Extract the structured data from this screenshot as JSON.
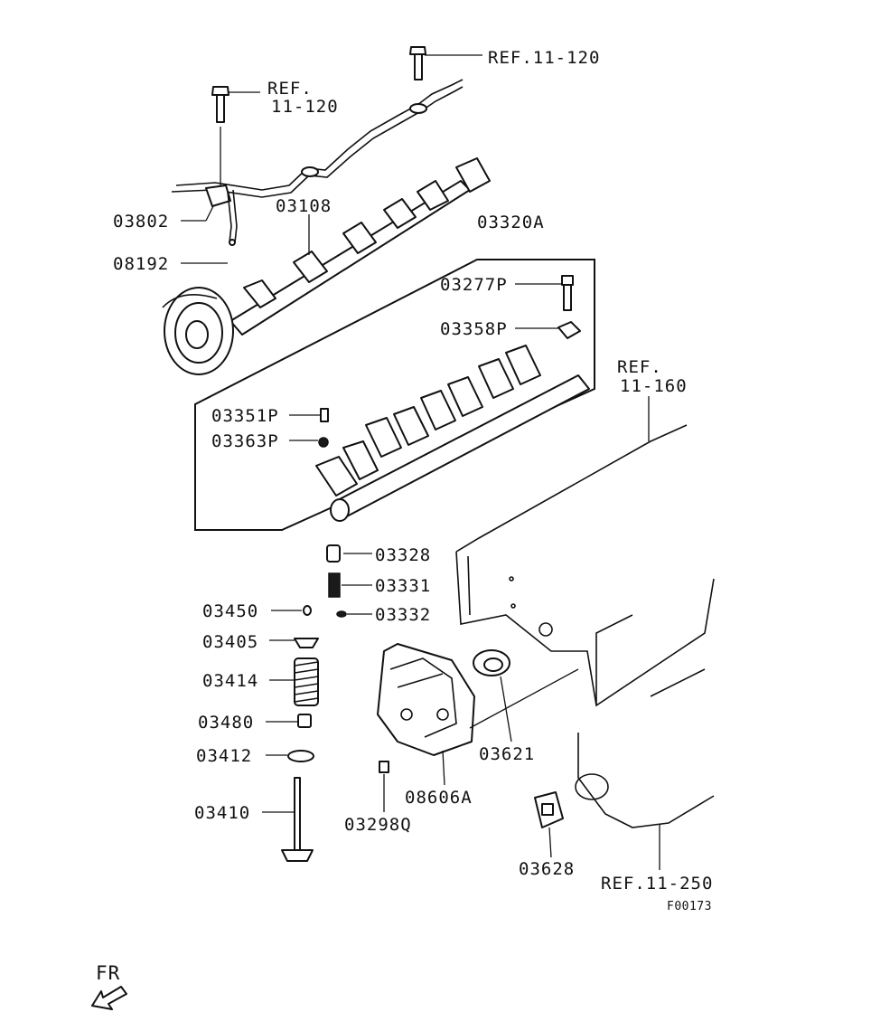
{
  "figure_code": "F00173",
  "direction_label": "FR",
  "references": {
    "ref_11_120_top": "REF.11-120",
    "ref_11_120_left_line1": "REF.",
    "ref_11_120_left_line2": "11-120",
    "ref_11_160_line1": "REF.",
    "ref_11_160_line2": "11-160",
    "ref_11_250": "REF.11-250"
  },
  "part_numbers": {
    "p03802": "03802",
    "p08192": "08192",
    "p03108": "03108",
    "p03320A": "03320A",
    "p03277P": "03277P",
    "p03358P": "03358P",
    "p03351P": "03351P",
    "p03363P": "03363P",
    "p03328": "03328",
    "p03331": "03331",
    "p03332": "03332",
    "p03450": "03450",
    "p03405": "03405",
    "p03414": "03414",
    "p03480": "03480",
    "p03412": "03412",
    "p03410": "03410",
    "p03621": "03621",
    "p08606A": "08606A",
    "p03298Q": "03298Q",
    "p03628": "03628"
  }
}
